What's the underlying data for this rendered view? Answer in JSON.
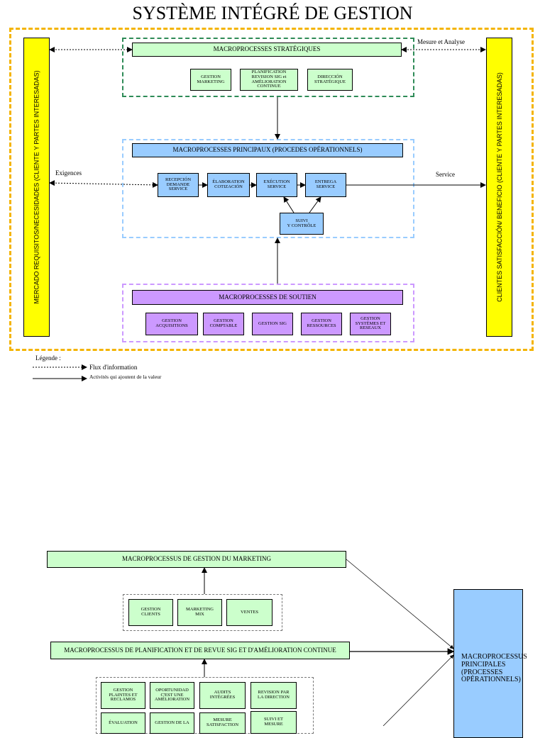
{
  "title": "SYSTÈME INTÉGRÉ DE GESTION",
  "left_side": "MERCADO REQUISITOS/NECESIDADES (CLIENTE Y PARTES INTERESADAS)",
  "right_side": "CLIENTES SATISFACCIÓN/ BENEFICIO (CLIENTE Y PARTES INTERESADAS)",
  "measure_label": "Mesure et Analyse",
  "exigences_label": "Exigences",
  "service_label": "Service",
  "strategic": {
    "title": "MACROPROCESSES STRATÉGIQUES",
    "items": [
      {
        "lines": [
          "GESTION",
          "MARKETING"
        ]
      },
      {
        "lines": [
          "PLANIFICATION",
          "REVISION SIG et",
          "AMÉLIORATION CONTINUE"
        ]
      },
      {
        "lines": [
          "DIRECCIÓN",
          "STRATÉGIQUE"
        ]
      }
    ]
  },
  "principal": {
    "title": "MACROPROCESSES PRINCIPAUX (PROCEDES OPÉRATIONNELS)",
    "items": [
      {
        "lines": [
          "RECEPCIÓN",
          "DEMANDE",
          "SERVICE"
        ]
      },
      {
        "lines": [
          "ÉLABORATION",
          "COTIZACIÓN"
        ]
      },
      {
        "lines": [
          "EXÉCUTION",
          "SERVICE"
        ]
      },
      {
        "lines": [
          "ENTREGA",
          "SERVICE"
        ]
      }
    ],
    "suivi": {
      "lines": [
        "SUIVI",
        "Y CONTRÔLE"
      ]
    }
  },
  "support": {
    "title": "MACROPROCESSES DE SOUTIEN",
    "items": [
      {
        "lines": [
          "GESTION",
          "ACQUISITIONS"
        ]
      },
      {
        "lines": [
          "GESTION",
          "COMPTABLE"
        ]
      },
      {
        "lines": [
          "GESTION SIG"
        ]
      },
      {
        "lines": [
          "GESTION",
          "RESSOURCES"
        ]
      },
      {
        "lines": [
          "GESTION",
          "SYSTÈMES ET",
          "RESEAUX"
        ]
      }
    ]
  },
  "legend": {
    "title": "Légende :",
    "info_flow": "Flux d'information",
    "value_flow": "Activités qui ajoutent de la valeur"
  },
  "second": {
    "marketing_title": "MACROPROCESSUS DE GESTION DU MARKETING",
    "marketing_items": [
      {
        "lines": [
          "GESTION",
          "CLIENTS"
        ]
      },
      {
        "lines": [
          "MARKETING",
          "MIX"
        ]
      },
      {
        "lines": [
          "VENTES"
        ]
      }
    ],
    "planning_title": "MACROPROCESSUS DE PLANIFICATION ET DE REVUE SIG ET D'AMÉLIORATION CONTINUE",
    "planning_items": [
      {
        "lines": [
          "GESTION",
          "PLAINTES ET",
          "RECLAMOS"
        ]
      },
      {
        "lines": [
          "OPORTUNIDAD",
          "C'EST UNE AMÉLIORATION"
        ]
      },
      {
        "lines": [
          "AUDITS",
          "INTÉGRÉES"
        ]
      },
      {
        "lines": [
          "REVISION PAR",
          "LA DIRECTION"
        ]
      },
      {
        "lines": [
          "ÉVALUATION"
        ]
      },
      {
        "lines": [
          "GESTION DE LA"
        ]
      },
      {
        "lines": [
          "MESURE",
          "SATISFACTION"
        ]
      },
      {
        "lines": [
          "SUIVI ET",
          "MESURE"
        ]
      }
    ],
    "principal_box": [
      "MACROPROCESSUS",
      "PRINCIPALES",
      "(PROCESSES",
      "OPÉRATIONNELS)"
    ]
  }
}
